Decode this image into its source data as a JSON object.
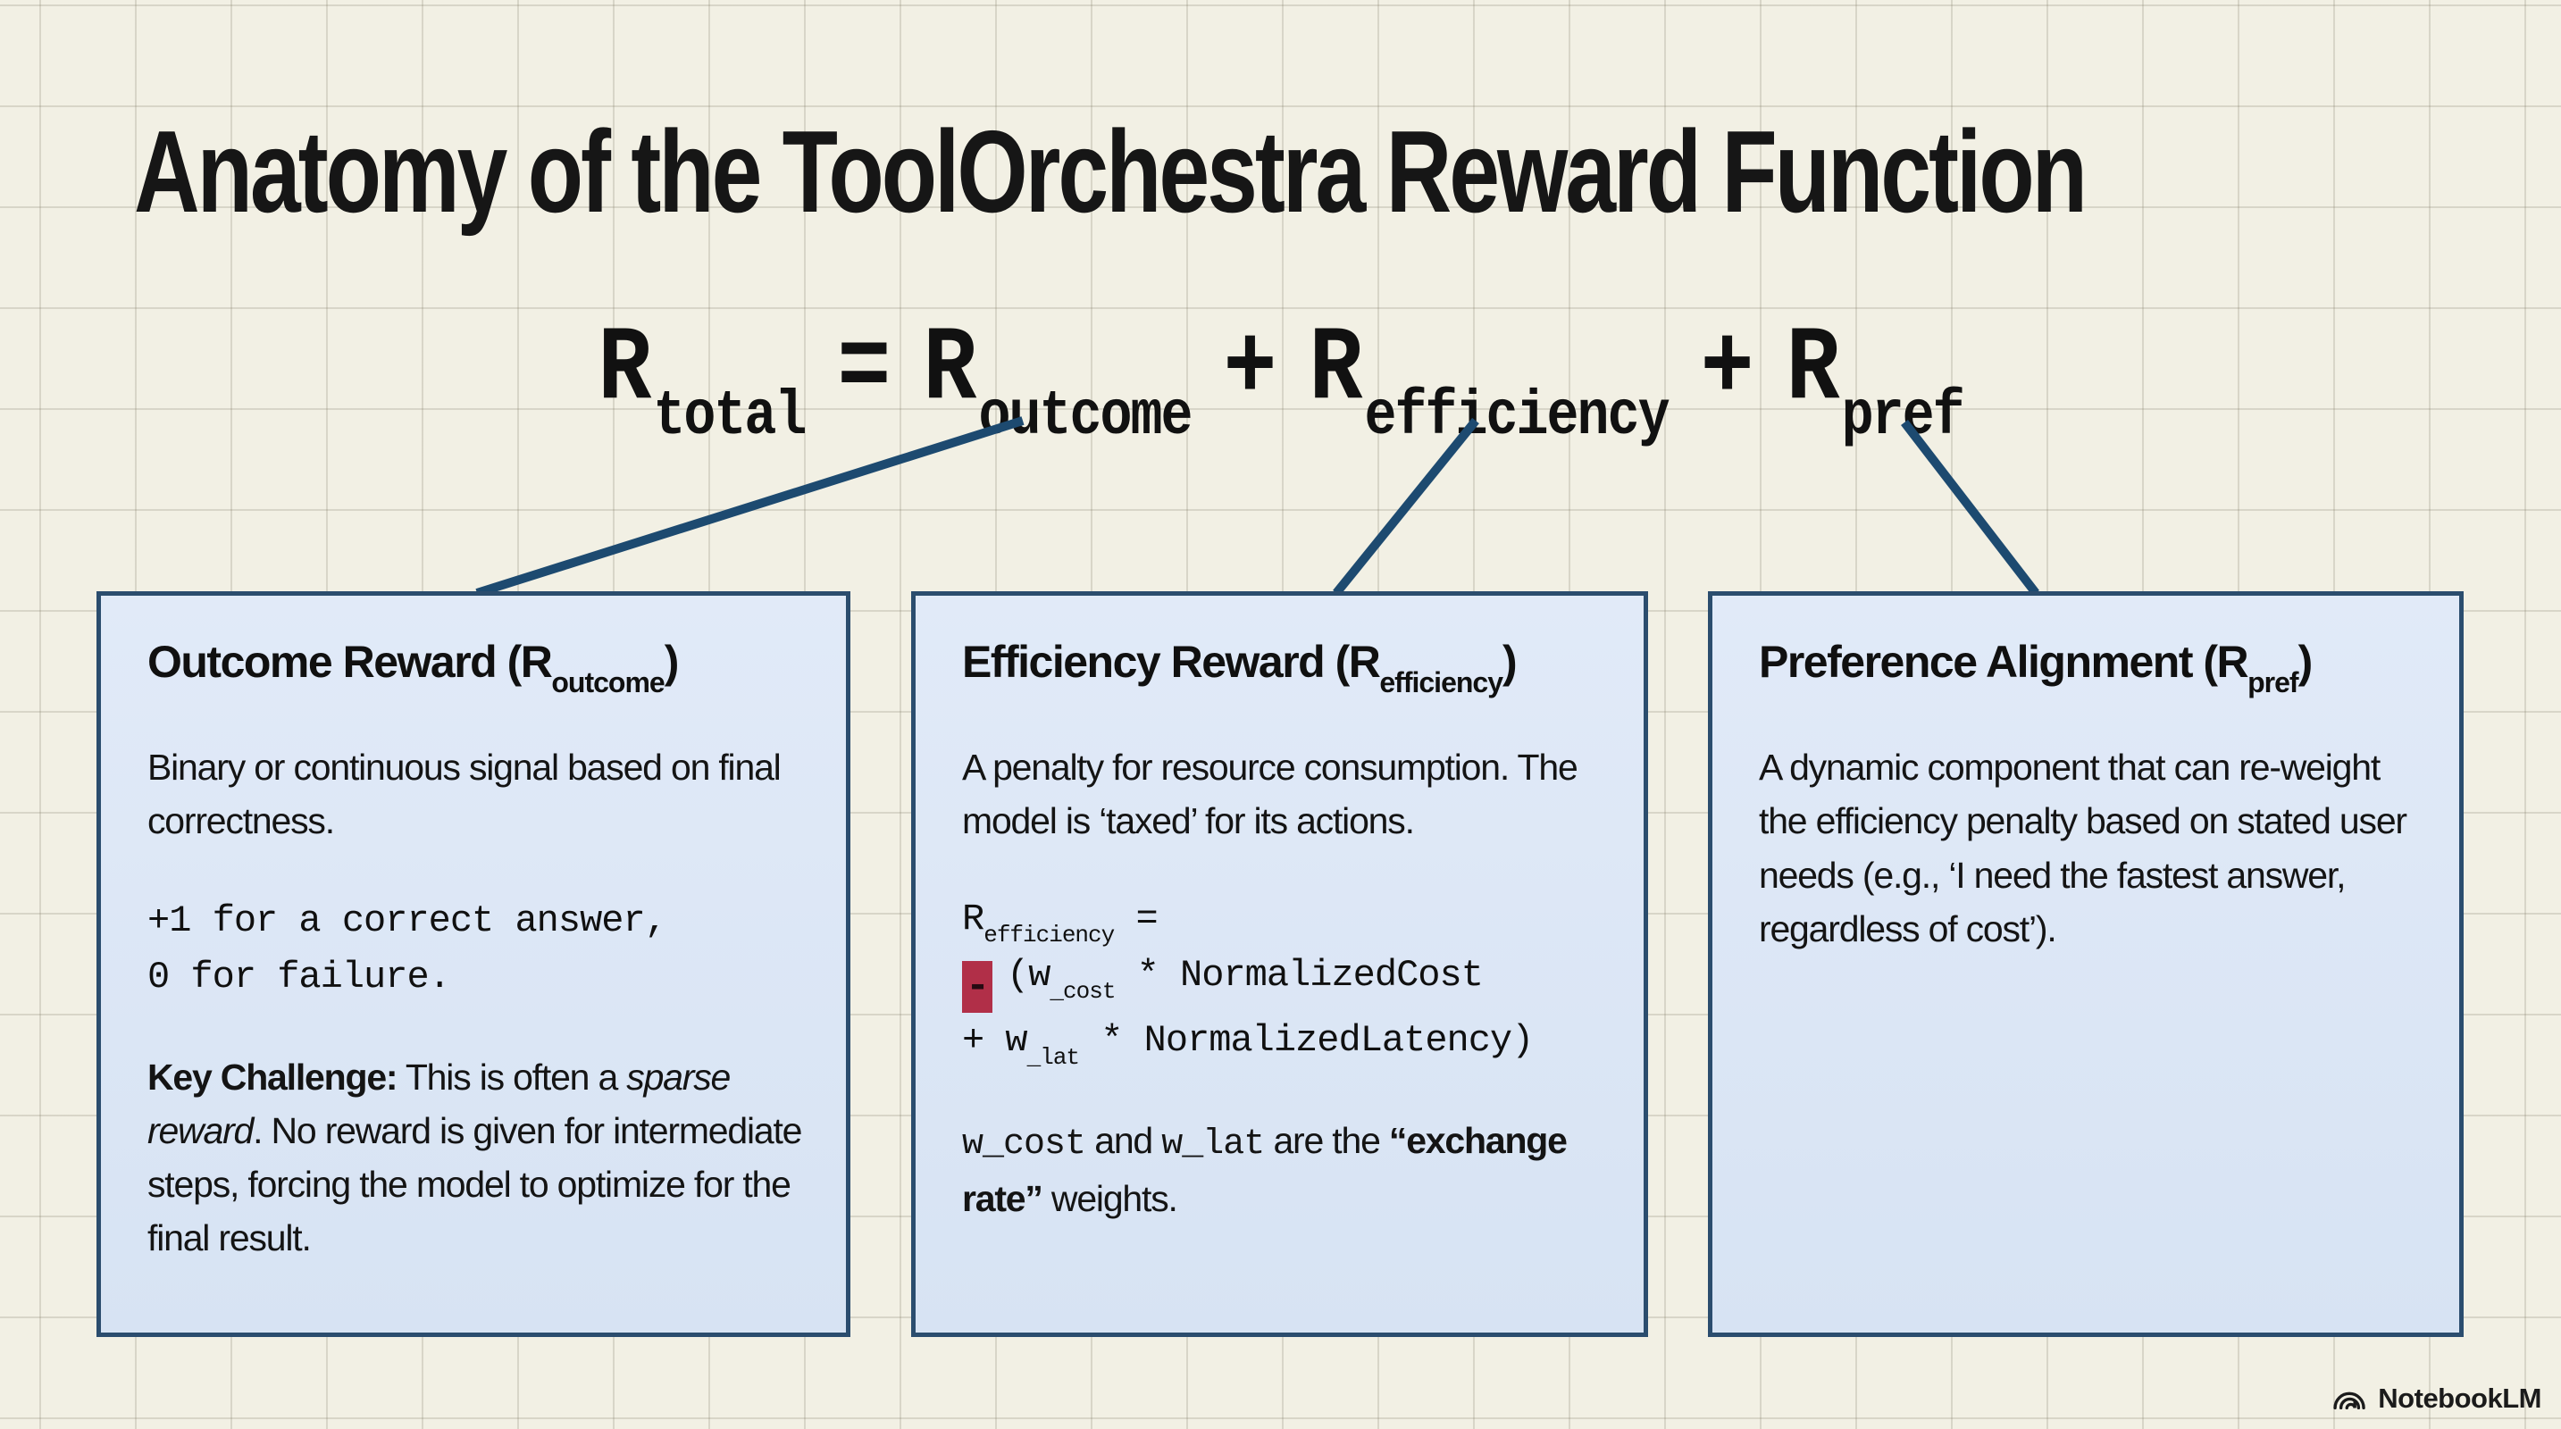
{
  "title": "Anatomy of the ToolOrchestra Reward Function",
  "formula": {
    "tokens": [
      "R",
      "total",
      "=",
      "R",
      "outcome",
      "+",
      "R",
      "efficiency",
      "+",
      "R",
      "pref"
    ]
  },
  "colors": {
    "background": "#f2f0e4",
    "box_fill": "#dbe6f5",
    "box_border": "#2b4d6e",
    "connector_line": "#1d4a70",
    "minus_highlight": "#b12f48",
    "text": "#161616"
  },
  "boxes": {
    "outcome": {
      "heading_prefix": "Outcome Reward (R",
      "heading_sub": "outcome",
      "heading_suffix": ")",
      "para1": "Binary or continuous signal based on final correctness.",
      "code_line1": "+1 for a correct answer,",
      "code_line2": "0 for failure.",
      "key_label": "Key Challenge:",
      "key_text1": " This is often a ",
      "key_italic": "sparse reward",
      "key_text2": ". No reward is given for intermediate steps, forcing the model to optimize for the final result."
    },
    "efficiency": {
      "heading_prefix": "Efficiency Reward (R",
      "heading_sub": "efficiency",
      "heading_suffix": ")",
      "para1": "A penalty for resource consumption. The model is ‘taxed’ for its actions.",
      "f1_r": "R",
      "f1_sub": "efficiency",
      "f1_eq": " =",
      "minus": "-",
      "f2_a": "(w",
      "f2_sub": "_cost",
      "f2_b": " * NormalizedCost",
      "f3_a": "+ w",
      "f3_sub": "_lat",
      "f3_b": " * NormalizedLatency)",
      "note_mono1": "w_cost",
      "note_sans1": " and ",
      "note_mono2": "w_lat",
      "note_sans2": " are the ",
      "note_bold": "“exchange rate”",
      "note_sans3": " weights."
    },
    "preference": {
      "heading_prefix": "Preference Alignment (R",
      "heading_sub": "pref",
      "heading_suffix": ")",
      "para1": "A dynamic component that can re-weight the efficiency penalty based on stated user needs (e.g., ‘I need the fastest answer, regardless of cost’)."
    }
  },
  "watermark": {
    "label": "NotebookLM"
  }
}
